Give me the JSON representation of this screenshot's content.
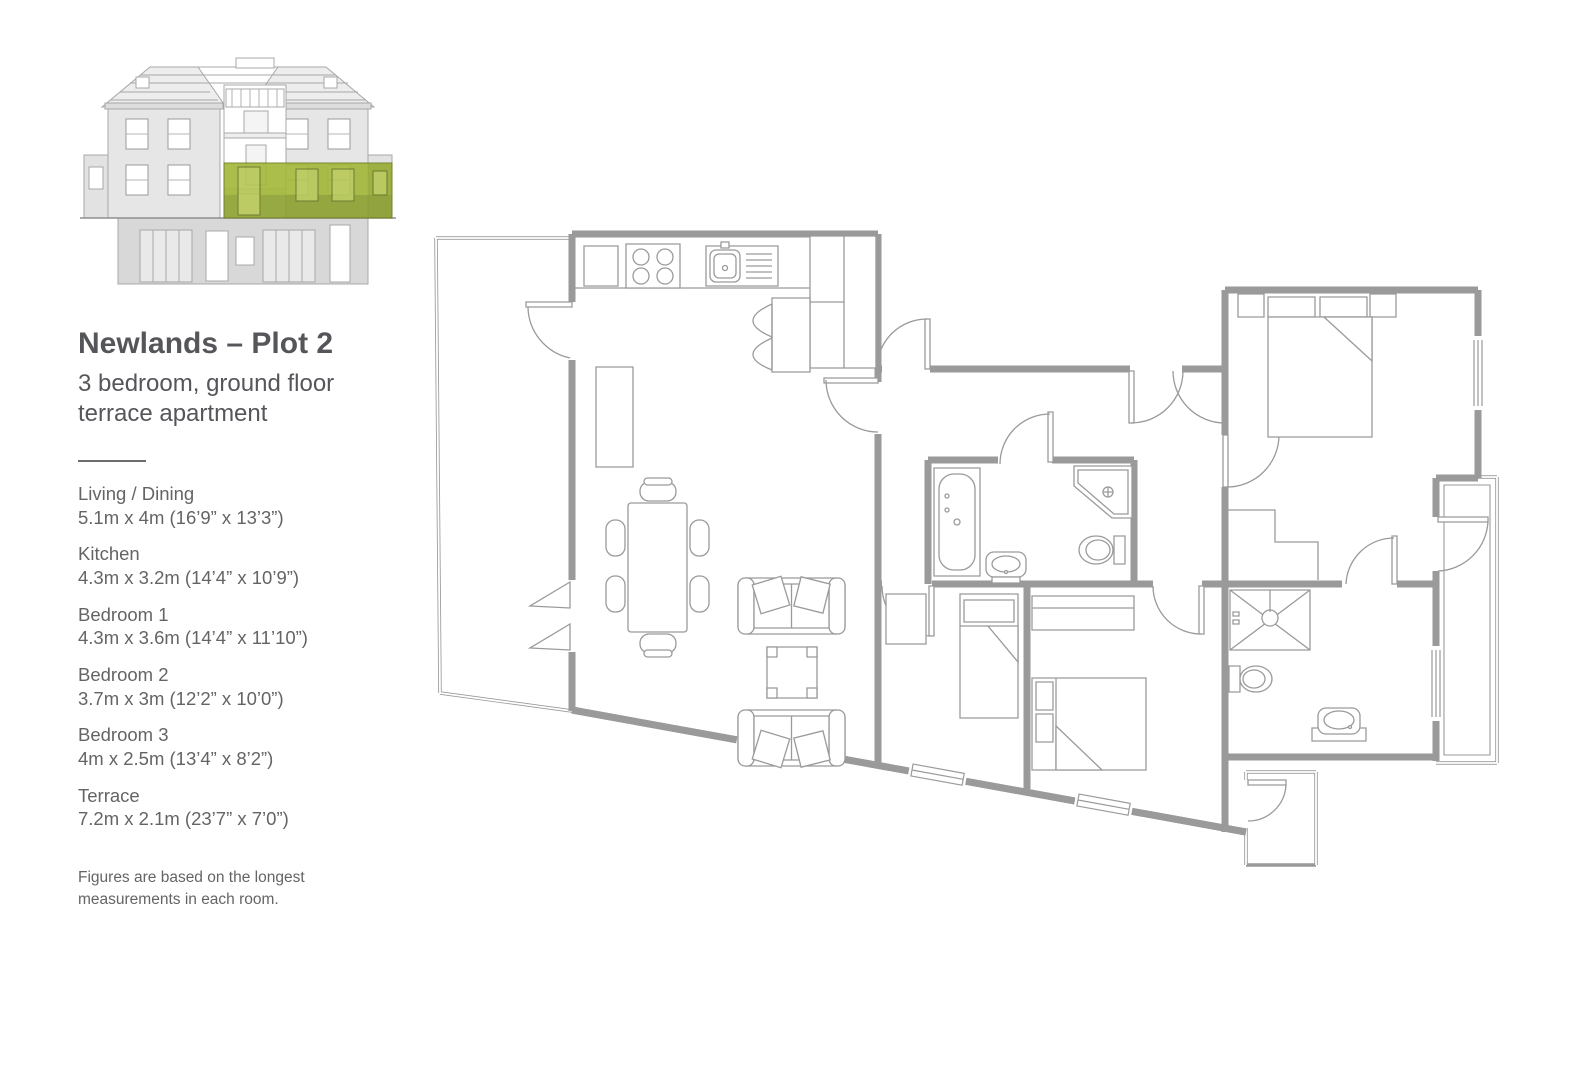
{
  "panel": {
    "title": "Newlands – Plot 2",
    "subtitle": "3 bedroom, ground floor terrace apartment",
    "rooms": [
      {
        "name": "Living / Dining",
        "dims": "5.1m x 4m (16’9” x 13’3”)"
      },
      {
        "name": "Kitchen",
        "dims": "4.3m x 3.2m (14’4” x 10’9”)"
      },
      {
        "name": "Bedroom 1",
        "dims": "4.3m x 3.6m (14’4” x 11’10”)"
      },
      {
        "name": "Bedroom 2",
        "dims": "3.7m x 3m (12’2” x 10’0”)"
      },
      {
        "name": "Bedroom 3",
        "dims": "4m x 2.5m (13’4” x 8’2”)"
      },
      {
        "name": "Terrace",
        "dims": "7.2m x 2.1m (23’7” x 7’0”)"
      }
    ],
    "footnote": "Figures are based on the longest measurements in each room."
  },
  "colors": {
    "highlight": "#a2b738",
    "highlight_dark": "#83982c",
    "plan_line": "#9a9a9a",
    "text": "#58595b"
  }
}
